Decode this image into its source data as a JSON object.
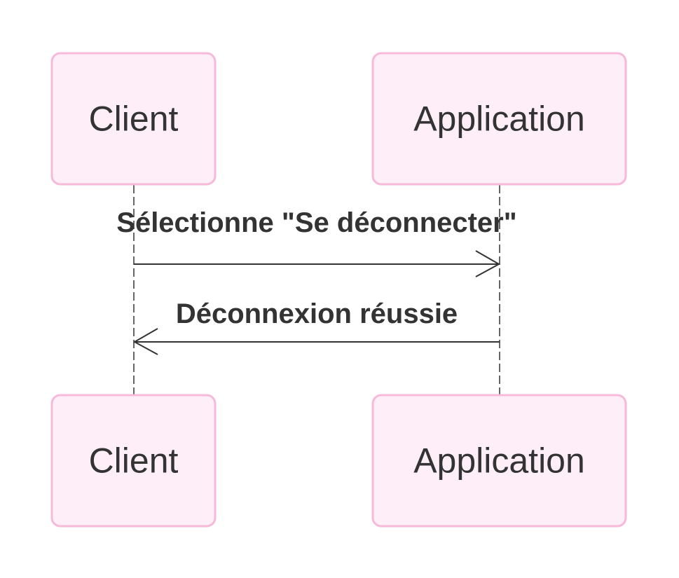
{
  "participants": [
    {
      "id": "client",
      "label": "Client"
    },
    {
      "id": "application",
      "label": "Application"
    }
  ],
  "messages": [
    {
      "from": "client",
      "to": "application",
      "label": "Sélectionne \"Se déconnecter\"",
      "arrow": "open"
    },
    {
      "from": "application",
      "to": "client",
      "label": "Déconnexion réussie",
      "arrow": "open"
    }
  ],
  "colors": {
    "actor_fill": "#fdeef8",
    "actor_border": "#f7b9d9",
    "text": "#333333",
    "line": "#333333"
  }
}
